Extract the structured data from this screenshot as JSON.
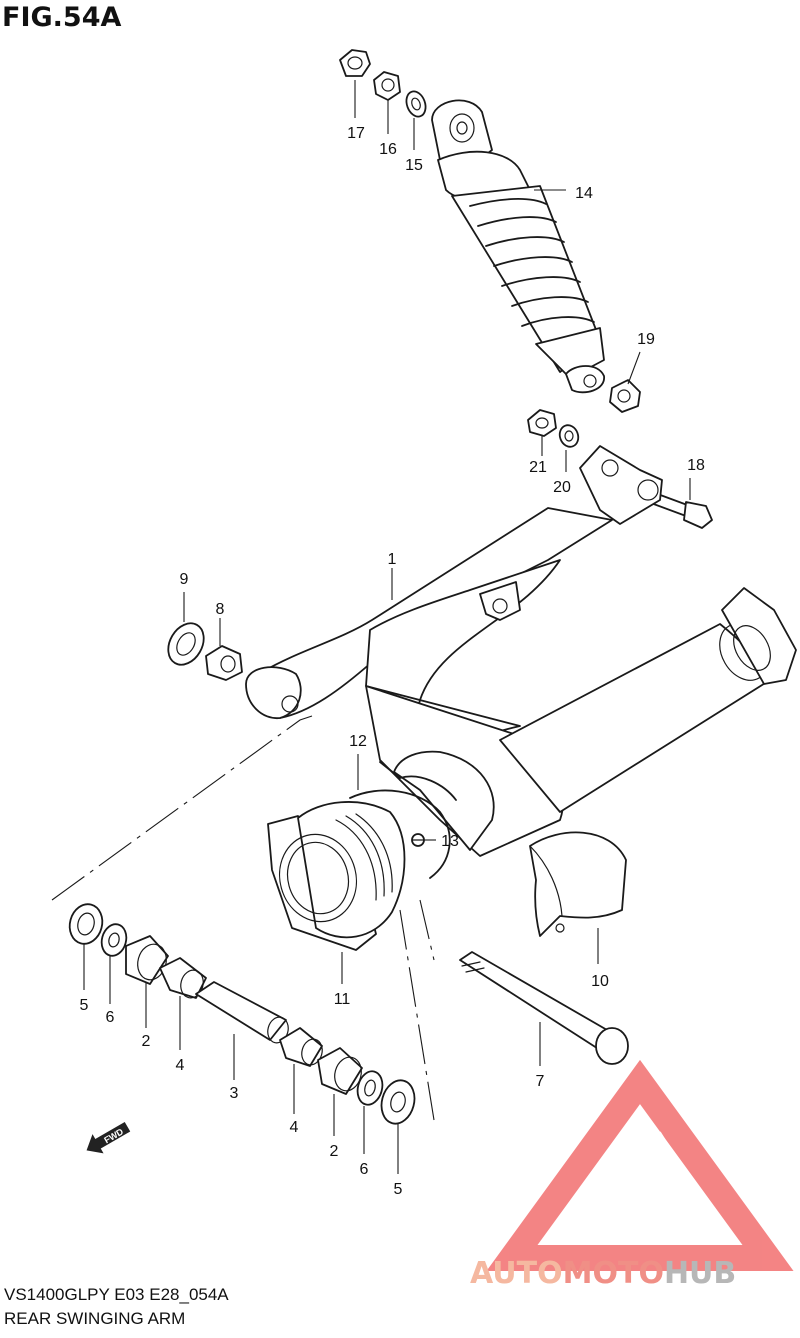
{
  "figure": {
    "title": "FIG.54A",
    "code": "VS1400GLPY E03 E28_054A",
    "name": "REAR SWINGING ARM"
  },
  "callouts": [
    {
      "id": "c17",
      "label": "17"
    },
    {
      "id": "c16",
      "label": "16"
    },
    {
      "id": "c15",
      "label": "15"
    },
    {
      "id": "c14",
      "label": "14"
    },
    {
      "id": "c19",
      "label": "19"
    },
    {
      "id": "c18",
      "label": "18"
    },
    {
      "id": "c21",
      "label": "21"
    },
    {
      "id": "c20",
      "label": "20"
    },
    {
      "id": "c1",
      "label": "1"
    },
    {
      "id": "c9",
      "label": "9"
    },
    {
      "id": "c8",
      "label": "8"
    },
    {
      "id": "c12",
      "label": "12"
    },
    {
      "id": "c13",
      "label": "13"
    },
    {
      "id": "c11",
      "label": "11"
    },
    {
      "id": "c10",
      "label": "10"
    },
    {
      "id": "c5a",
      "label": "5"
    },
    {
      "id": "c6a",
      "label": "6"
    },
    {
      "id": "c2a",
      "label": "2"
    },
    {
      "id": "c4a",
      "label": "4"
    },
    {
      "id": "c3",
      "label": "3"
    },
    {
      "id": "c4b",
      "label": "4"
    },
    {
      "id": "c2b",
      "label": "2"
    },
    {
      "id": "c6b",
      "label": "6"
    },
    {
      "id": "c5b",
      "label": "5"
    },
    {
      "id": "c7",
      "label": "7"
    }
  ],
  "fwd_label": "FWD",
  "watermark": {
    "part1": "AUTO",
    "part2": "MOTO",
    "part3": "HUB",
    "colors": {
      "auto": "#f5b8a0",
      "moto": "#f08f86",
      "hub": "#b7b7b7",
      "triangle": "#f26f6f"
    }
  }
}
